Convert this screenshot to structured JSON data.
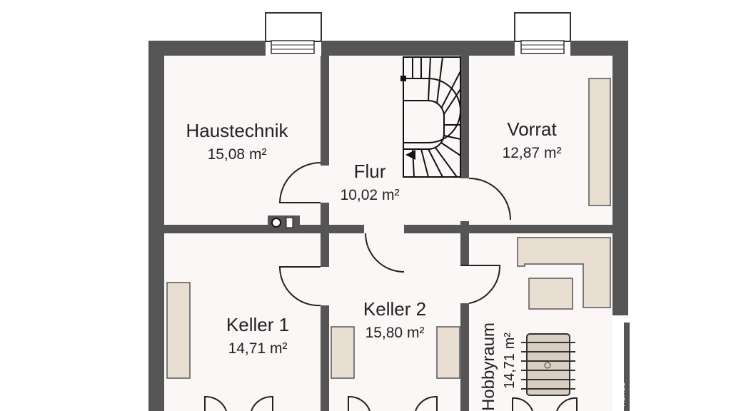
{
  "rooms": [
    {
      "name": "Haustechnik",
      "area": "15,08 m²"
    },
    {
      "name": "Flur",
      "area": "10,02 m²"
    },
    {
      "name": "Vorrat",
      "area": "12,87 m²"
    },
    {
      "name": "Keller 1",
      "area": "14,71 m²"
    },
    {
      "name": "Keller 2",
      "area": "15,80 m²"
    },
    {
      "name": "Hobbyraum",
      "area": "14,71 m²"
    }
  ],
  "side_label": "ndriss",
  "colors": {
    "wall": "#555555",
    "floor": "#fcf7f7",
    "furniture": "#e8dfd2"
  }
}
